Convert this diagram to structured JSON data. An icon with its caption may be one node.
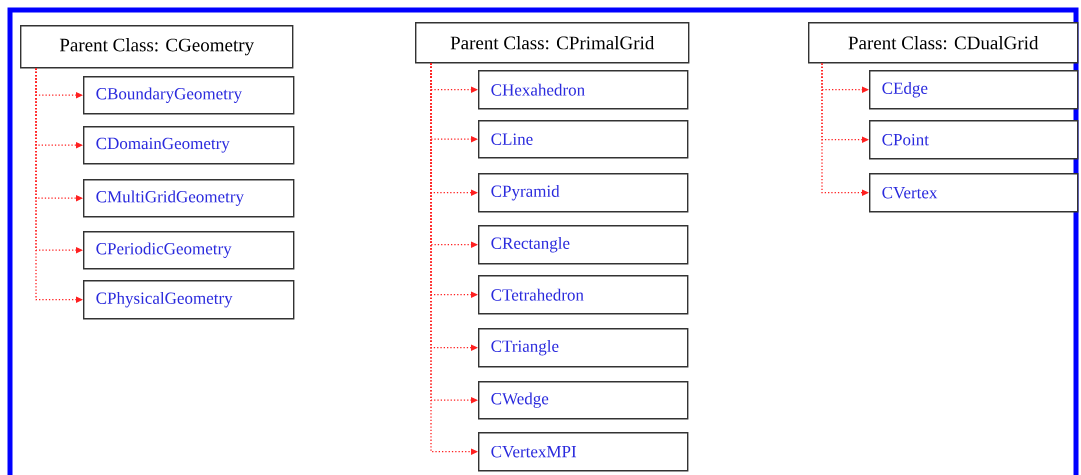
{
  "diagram": {
    "nodes": [
      {
        "text": [
          "Parent Class: CGeometry"
        ]
      },
      {
        "text": [
          "CBoundaryGeometry"
        ]
      },
      {
        "text": [
          "CDomainGeometry"
        ]
      },
      {
        "text": [
          "CMultiGridGeometry"
        ]
      },
      {
        "text": [
          "CPeriodicGeometry"
        ]
      },
      {
        "text": [
          "CPhysicalGeometry"
        ]
      },
      {
        "text": [
          "Parent Class: CPrimalGrid"
        ]
      },
      {
        "text": [
          "CHexahedron"
        ]
      },
      {
        "text": [
          "CLine"
        ]
      },
      {
        "text": [
          "CPyramid"
        ]
      },
      {
        "text": [
          "CRectangle"
        ]
      },
      {
        "text": [
          "CTetrahedron"
        ]
      },
      {
        "text": [
          "CTriangle"
        ]
      },
      {
        "text": [
          "CWedge"
        ]
      },
      {
        "text": [
          "CVertexMPI"
        ]
      },
      {
        "text": [
          "Parent Class: CDualGrid"
        ]
      },
      {
        "text": [
          "CEdge"
        ]
      },
      {
        "text": [
          "CPoint"
        ]
      },
      {
        "text": [
          "CVertex"
        ]
      }
    ],
    "edges": [
      {
        "from": 0,
        "to": 1,
        "arrow": "to",
        "style": "dashed"
      },
      {
        "from": 0,
        "to": 2,
        "arrow": "to",
        "style": "dashed"
      },
      {
        "from": 0,
        "to": 3,
        "arrow": "to",
        "style": "dashed"
      },
      {
        "from": 0,
        "to": 4,
        "arrow": "to",
        "style": "dashed"
      },
      {
        "from": 0,
        "to": 5,
        "arrow": "to",
        "style": "dashed"
      },
      {
        "from": 6,
        "to": 7,
        "arrow": "to",
        "style": "dashed"
      },
      {
        "from": 6,
        "to": 8,
        "arrow": "to",
        "style": "dashed"
      },
      {
        "from": 6,
        "to": 9,
        "arrow": "to",
        "style": "dashed"
      },
      {
        "from": 6,
        "to": 10,
        "arrow": "to",
        "style": "dashed"
      },
      {
        "from": 6,
        "to": 11,
        "arrow": "to",
        "style": "dashed"
      },
      {
        "from": 6,
        "to": 12,
        "arrow": "to",
        "style": "dashed"
      },
      {
        "from": 6,
        "to": 13,
        "arrow": "to",
        "style": "dashed"
      },
      {
        "from": 6,
        "to": 14,
        "arrow": "to",
        "style": "dashed"
      },
      {
        "from": 15,
        "to": 16,
        "arrow": "to",
        "style": "dashed"
      },
      {
        "from": 15,
        "to": 17,
        "arrow": "to",
        "style": "dashed"
      },
      {
        "from": 15,
        "to": 18,
        "arrow": "to",
        "style": "dashed"
      }
    ]
  }
}
